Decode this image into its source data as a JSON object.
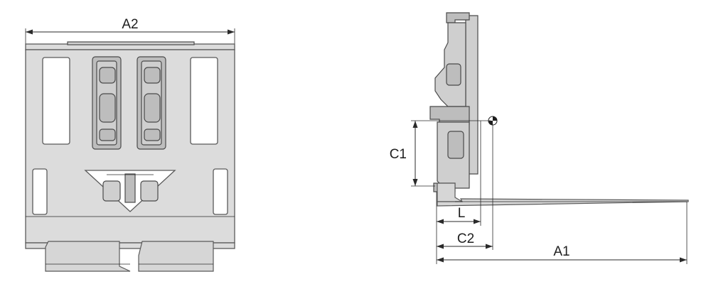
{
  "front_view": {
    "dimension_label": "A2"
  },
  "side_view": {
    "labels": {
      "c1": "C1",
      "l": "L",
      "c2": "C2",
      "a1": "A1"
    }
  },
  "colors": {
    "plate_fill": "#dcdcdc",
    "outline": "#5a5a5a",
    "dimension_line": "#2a2a2a",
    "background": "#ffffff"
  }
}
